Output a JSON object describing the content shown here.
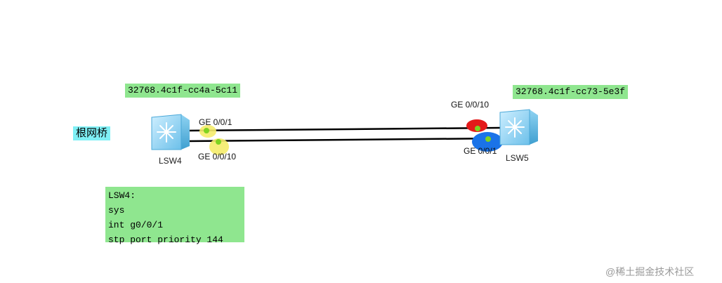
{
  "root_bridge_label": "根网桥",
  "switches": [
    {
      "name": "LSW4",
      "mac": "32768.4c1f-cc4a-5c11"
    },
    {
      "name": "LSW5",
      "mac": "32768.4c1f-cc73-5e3f"
    }
  ],
  "ports": {
    "lsw4_top": "GE 0/0/1",
    "lsw4_bottom": "GE 0/0/10",
    "lsw5_top": "GE 0/0/10",
    "lsw5_bottom": "GE 0/0/1"
  },
  "command_box": {
    "lines": [
      "LSW4:",
      "sys",
      "int g0/0/1",
      "stp port priority 144"
    ]
  },
  "colors": {
    "designated_port": "#f5ec6a",
    "blocked_port": "#e41a1a",
    "root_port": "#1a73e8",
    "port_dot": "#7ed321",
    "note_bg": "#8fe68f",
    "root_label_bg": "#7ff0f5"
  },
  "watermark": "@稀土掘金技术社区"
}
